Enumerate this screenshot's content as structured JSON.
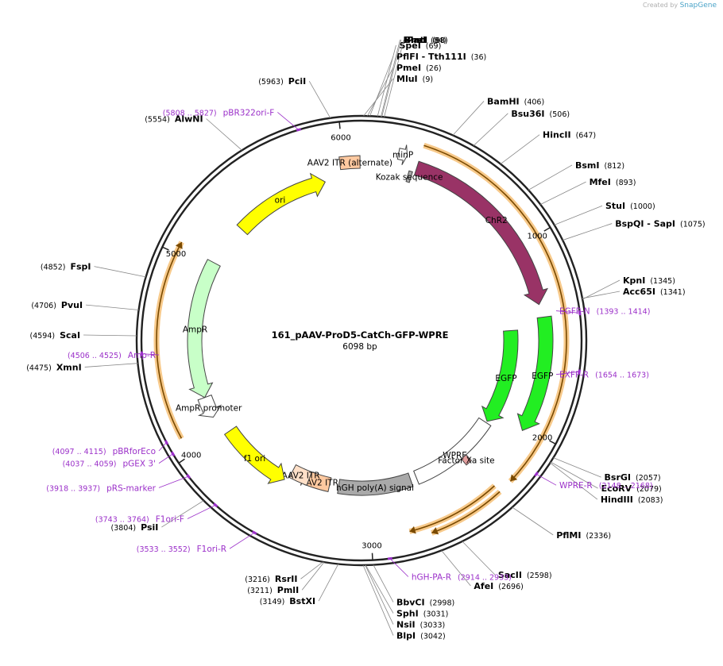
{
  "credit": {
    "text": "Created by",
    "brand": "SnapGene"
  },
  "plasmid": {
    "name": "161_pAAV-ProD5-CatCh-GFP-WPRE",
    "size_text": "6098 bp",
    "length": 6098
  },
  "ticks": [
    {
      "pos": 1000,
      "label": "1000"
    },
    {
      "pos": 2000,
      "label": "2000"
    },
    {
      "pos": 3000,
      "label": "3000"
    },
    {
      "pos": 4000,
      "label": "4000"
    },
    {
      "pos": 5000,
      "label": "5000"
    },
    {
      "pos": 6000,
      "label": "6000"
    }
  ],
  "enzymes": [
    {
      "name": "MluI",
      "pos": 9,
      "pos_text": "(9)"
    },
    {
      "name": "PmeI",
      "pos": 26,
      "pos_text": "(26)"
    },
    {
      "name": "PflFI - Tth111I",
      "pos": 36,
      "pos_text": "(36)"
    },
    {
      "name": "SpeI",
      "pos": 69,
      "pos_text": "(69)"
    },
    {
      "name": "NheI",
      "pos": 84,
      "pos_text": "(84)"
    },
    {
      "name": "BmtI",
      "pos": 88,
      "pos_text": "(88)"
    },
    {
      "name": "PacI",
      "pos": 98,
      "pos_text": "(98)"
    },
    {
      "name": "BamHI",
      "pos": 406,
      "pos_text": "(406)"
    },
    {
      "name": "Bsu36I",
      "pos": 506,
      "pos_text": "(506)"
    },
    {
      "name": "HincII",
      "pos": 647,
      "pos_text": "(647)"
    },
    {
      "name": "BsmI",
      "pos": 812,
      "pos_text": "(812)"
    },
    {
      "name": "MfeI",
      "pos": 893,
      "pos_text": "(893)"
    },
    {
      "name": "StuI",
      "pos": 1000,
      "pos_text": "(1000)"
    },
    {
      "name": "BspQI - SapI",
      "pos": 1075,
      "pos_text": "(1075)"
    },
    {
      "name": "Acc65I",
      "pos": 1341,
      "pos_text": "(1341)"
    },
    {
      "name": "KpnI",
      "pos": 1345,
      "pos_text": "(1345)"
    },
    {
      "name": "BsrGI",
      "pos": 2057,
      "pos_text": "(2057)"
    },
    {
      "name": "EcoRV",
      "pos": 2079,
      "pos_text": "(2079)"
    },
    {
      "name": "HindIII",
      "pos": 2083,
      "pos_text": "(2083)"
    },
    {
      "name": "PflMI",
      "pos": 2336,
      "pos_text": "(2336)"
    },
    {
      "name": "SacII",
      "pos": 2598,
      "pos_text": "(2598)"
    },
    {
      "name": "AfeI",
      "pos": 2696,
      "pos_text": "(2696)"
    },
    {
      "name": "BbvCI",
      "pos": 2998,
      "pos_text": "(2998)"
    },
    {
      "name": "SphI",
      "pos": 3031,
      "pos_text": "(3031)"
    },
    {
      "name": "NsiI",
      "pos": 3033,
      "pos_text": "(3033)"
    },
    {
      "name": "BlpI",
      "pos": 3042,
      "pos_text": "(3042)"
    },
    {
      "name": "BstXI",
      "pos": 3149,
      "pos_text": "(3149)"
    },
    {
      "name": "PmlI",
      "pos": 3211,
      "pos_text": "(3211)"
    },
    {
      "name": "RsrII",
      "pos": 3216,
      "pos_text": "(3216)"
    },
    {
      "name": "PsiI",
      "pos": 3804,
      "pos_text": "(3804)"
    },
    {
      "name": "XmnI",
      "pos": 4475,
      "pos_text": "(4475)"
    },
    {
      "name": "ScaI",
      "pos": 4594,
      "pos_text": "(4594)"
    },
    {
      "name": "PvuI",
      "pos": 4706,
      "pos_text": "(4706)"
    },
    {
      "name": "FspI",
      "pos": 4852,
      "pos_text": "(4852)"
    },
    {
      "name": "AlwNI",
      "pos": 5554,
      "pos_text": "(5554)"
    },
    {
      "name": "PciI",
      "pos": 5963,
      "pos_text": "(5963)"
    }
  ],
  "primers": [
    {
      "name": "EGFP-N",
      "range_text": "(1393 .. 1414)",
      "pos": 1403
    },
    {
      "name": "EXFP-R",
      "range_text": "(1654 .. 1673)",
      "pos": 1663
    },
    {
      "name": "WPRE-R",
      "range_text": "(2148 .. 2168)",
      "pos": 2158
    },
    {
      "name": "hGH-PA-R",
      "range_text": "(2914 .. 2933)",
      "pos": 2923
    },
    {
      "name": "F1ori-R",
      "range_text": "(3533 .. 3552)",
      "pos": 3542
    },
    {
      "name": "F1ori-F",
      "range_text": "(3743 .. 3764)",
      "pos": 3753
    },
    {
      "name": "pRS-marker",
      "range_text": "(3918 .. 3937)",
      "pos": 3927
    },
    {
      "name": "pGEX 3'",
      "range_text": "(4037 .. 4059)",
      "pos": 4048
    },
    {
      "name": "pBRforEco",
      "range_text": "(4097 .. 4115)",
      "pos": 4106
    },
    {
      "name": "Amp-R",
      "range_text": "(4506 .. 4525)",
      "pos": 4515
    },
    {
      "name": "pBR322ori-F",
      "range_text": "(5808 .. 5827)",
      "pos": 5817
    }
  ],
  "features": [
    {
      "label": "ChR2",
      "start": 300,
      "end": 1330,
      "color": "#993366",
      "direction": "cw"
    },
    {
      "label": "EGFP",
      "start": 1400,
      "end": 2020,
      "color": "#22ee22",
      "direction": "cw"
    },
    {
      "label": "EGFP",
      "start": 1460,
      "end": 2080,
      "color": "#22ee22",
      "direction": "cw"
    },
    {
      "label": "WPRE",
      "start": 2090,
      "end": 2680,
      "color": "#ffffff",
      "direction": "none"
    },
    {
      "label": "hGH poly(A) signal",
      "start": 2720,
      "end": 3200,
      "color": "#a9a9a9",
      "direction": "none"
    },
    {
      "label": "AAV2 ITR",
      "start": 3260,
      "end": 3400,
      "color": "#ffc9a0",
      "direction": "none"
    },
    {
      "label": "AAV2 ITR",
      "start": 3400,
      "end": 3520,
      "color": "#ffe0c8",
      "direction": "none"
    },
    {
      "label": "f1 ori",
      "start": 3540,
      "end": 3990,
      "color": "#ffff00",
      "direction": "ccw"
    },
    {
      "label": "AmpR promoter",
      "start": 4110,
      "end": 4235,
      "color": "#ffffff",
      "direction": "ccw"
    },
    {
      "label": "AmpR",
      "start": 4235,
      "end": 5045,
      "color": "#c8ffc8",
      "direction": "ccw"
    },
    {
      "label": "ori",
      "start": 5300,
      "end": 5880,
      "color": "#ffff00",
      "direction": "cw"
    },
    {
      "label": "AAV2 ITR (alternate)",
      "start": 5980,
      "end": 6090,
      "color": "#ffc9a0",
      "direction": "none"
    },
    {
      "label": "minP",
      "start": 190,
      "end": 235,
      "color": "#ffffff",
      "direction": "cw"
    },
    {
      "label": "Kozak sequence",
      "start": 265,
      "end": 285,
      "color": "#a9a9a9",
      "direction": "none"
    },
    {
      "label": "Factor Xa site",
      "start": 2330,
      "end": 2370,
      "color": "#e6a0a0",
      "direction": "none"
    }
  ],
  "orange_arcs": [
    {
      "start": 300,
      "end": 2260
    },
    {
      "start": 2330,
      "end": 2710
    },
    {
      "start": 2330,
      "end": 2810
    },
    {
      "start": 4090,
      "end": 5060
    }
  ]
}
